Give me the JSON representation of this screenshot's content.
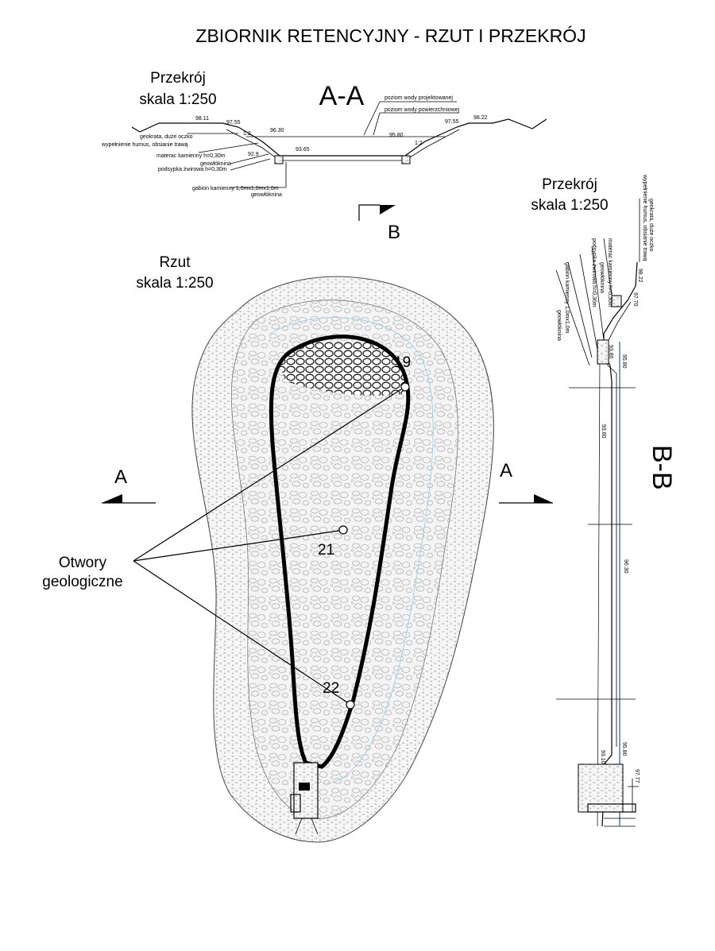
{
  "title": "ZBIORNIK RETENCYJNY - RZUT I PRZEKRÓJ",
  "section_aa": {
    "heading_line1": "Przekrój",
    "heading_line2": "skala 1:250",
    "tag": "A-A",
    "labels": {
      "water_design": "poziom wody projektowanej",
      "water_surface": "poziom wody powierzchniowej",
      "geokrata": "geokrata, duże oczko",
      "humus": "wypełnienie humus, obsianie trawą",
      "materac": "materac kamienny h=0,30m",
      "geo1": "geowłóknina",
      "podsypka": "podsypka żwirowa h=0,30m",
      "gabion": "gabion kamienny 1,0mx1,0mx1,0m",
      "geo2": "geowłóknina"
    },
    "elevations": {
      "e1": "98.11",
      "e2": "97.55",
      "e3": "96.30",
      "e4": "95.80",
      "e5": "92.9",
      "e6": "93.65",
      "e7": "97.55",
      "e8": "98.22"
    },
    "slope_left": "1:2",
    "slope_right": "1:2"
  },
  "section_bb": {
    "heading_line1": "Przekrój",
    "heading_line2": "skala 1:250",
    "tag": "B-B",
    "labels": {
      "geokrata": "geokrata, duże oczko",
      "humus": "wypełnienie humus, obsianie trawą",
      "materac": "materac kamienny h=0,30m",
      "geo1": "geowłóknina",
      "podsypka": "podsypka żwirowa h=0,30m",
      "gabion": "gabion kamienny 1,0mx1,0m",
      "geo2": "geowłóknina"
    },
    "elevations": {
      "e1": "98.22",
      "e2": "97.70",
      "e3": "93.80",
      "e4": "95.80",
      "e5": "93.80",
      "e6": "96.30",
      "e7": "95.80",
      "e8": "93.10",
      "e9": "97.77"
    }
  },
  "plan": {
    "heading_line1": "Rzut",
    "heading_line2": "skala 1:250",
    "section_marker_b": "B",
    "section_marker_a_left": "A",
    "section_marker_a_right": "A",
    "boreholes_label_line1": "Otwory",
    "boreholes_label_line2": "geologiczne",
    "boreholes": [
      "19",
      "21",
      "22"
    ]
  }
}
